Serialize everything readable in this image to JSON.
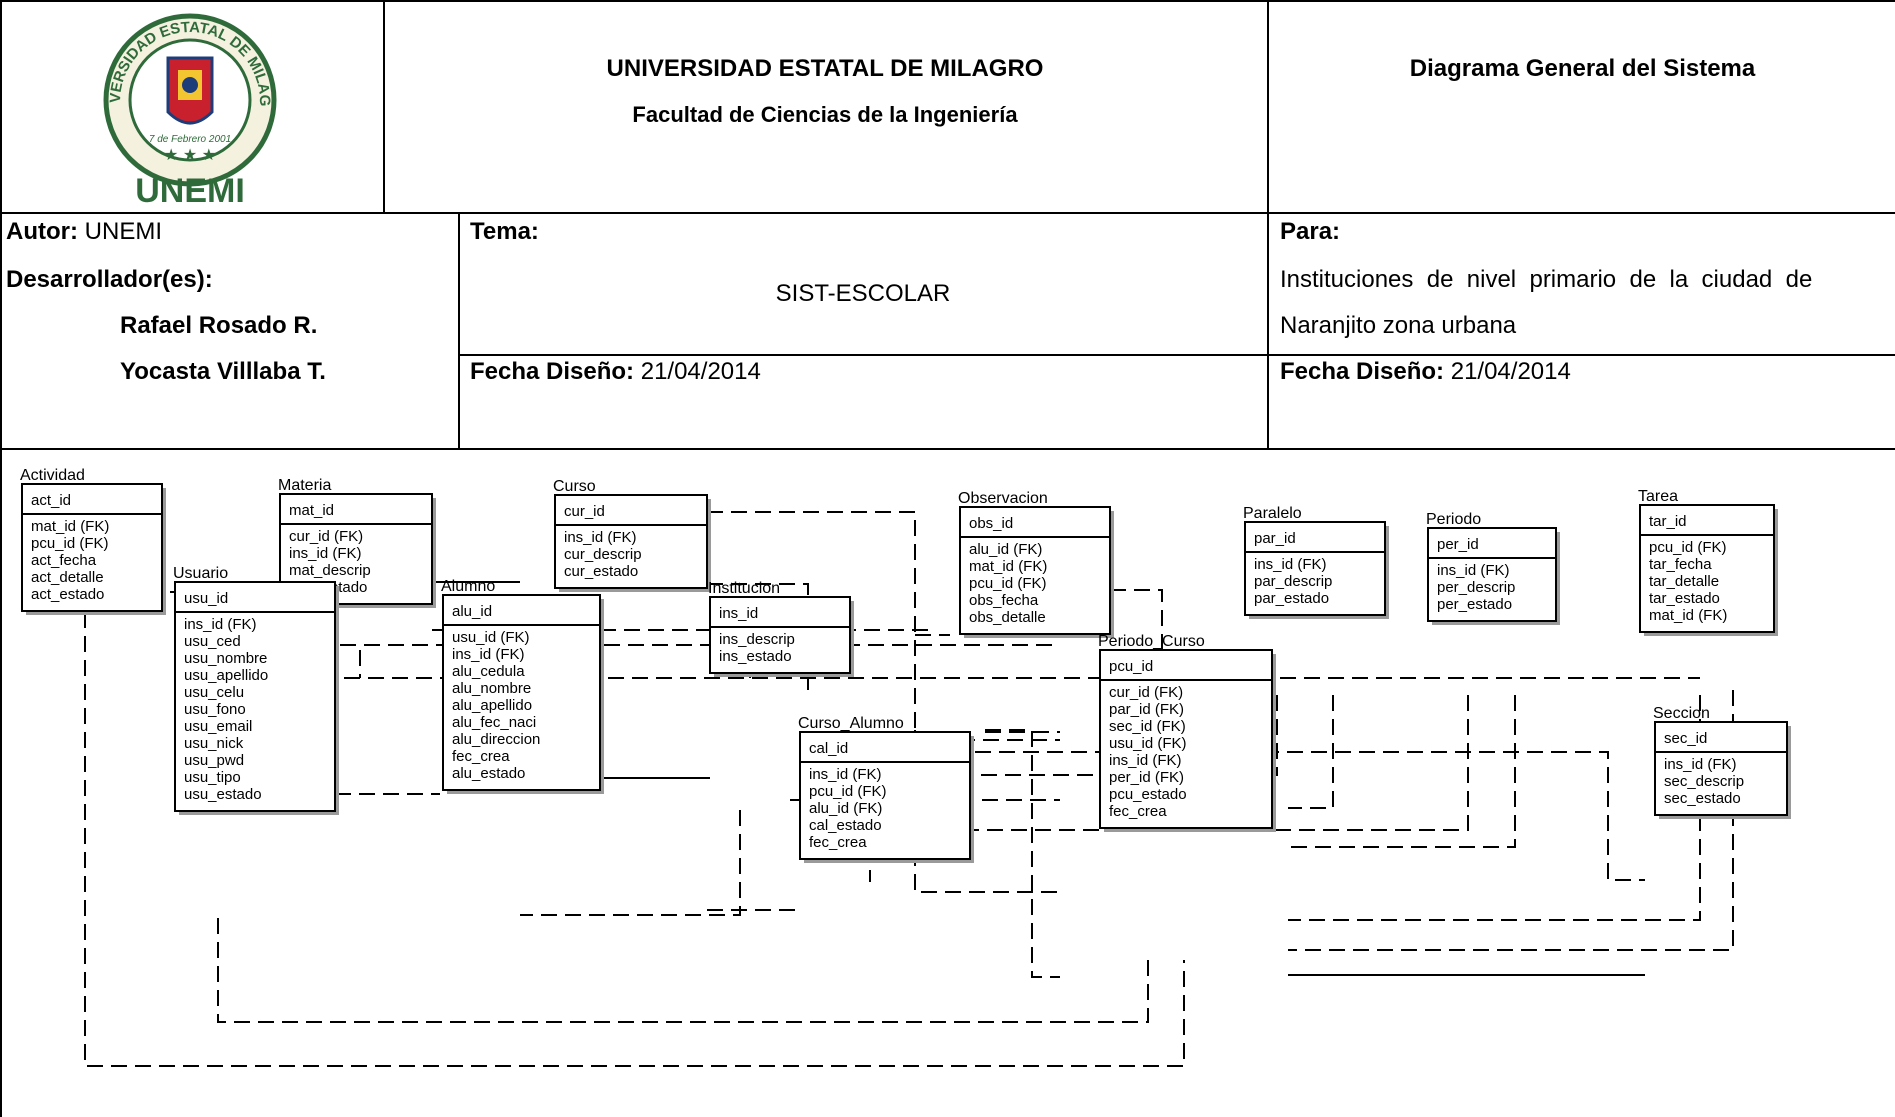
{
  "header": {
    "logo": {
      "ring_text_top": "UNIVERSIDAD ESTATAL DE MILAGRO",
      "date_text": "7 de Febrero 2001",
      "acronym": "UNEMI"
    },
    "university": "UNIVERSIDAD ESTATAL DE MILAGRO",
    "faculty": "Facultad de Ciencias de la Ingeniería",
    "doc_title": "Diagrama General del Sistema"
  },
  "info": {
    "autor_label": "Autor:",
    "autor_value": "UNEMI",
    "dev_label": "Desarrollador(es):",
    "dev1": "Rafael Rosado R.",
    "dev2": "Yocasta Villlaba T.",
    "tema_label": "Tema:",
    "tema_value": "SIST-ESCOLAR",
    "fecha_label": "Fecha Diseño:",
    "fecha_value": "21/04/2014",
    "para_label": "Para:",
    "para_line1": "Instituciones  de  nivel  primario  de  la  ciudad  de",
    "para_line2": "Naranjito zona urbana",
    "fecha2_label": "Fecha Diseño:",
    "fecha2_value": "21/04/2014"
  },
  "colors": {
    "line": "#000000",
    "background": "#ffffff"
  },
  "entities": {
    "actividad": {
      "name": "Actividad",
      "pk": "act_id",
      "attrs": [
        "mat_id (FK)",
        "pcu_id (FK)",
        "act_fecha",
        "act_detalle",
        "act_estado"
      ]
    },
    "materia": {
      "name": "Materia",
      "pk": "mat_id",
      "attrs": [
        "cur_id (FK)",
        "ins_id (FK)",
        "mat_descrip",
        "mat_estado"
      ]
    },
    "curso": {
      "name": "Curso",
      "pk": "cur_id",
      "attrs": [
        "ins_id (FK)",
        "cur_descrip",
        "cur_estado"
      ]
    },
    "observacion": {
      "name": "Observacion",
      "pk": "obs_id",
      "attrs": [
        "alu_id (FK)",
        "mat_id (FK)",
        "pcu_id (FK)",
        "obs_fecha",
        "obs_detalle"
      ]
    },
    "paralelo": {
      "name": "Paralelo",
      "pk": "par_id",
      "attrs": [
        "ins_id (FK)",
        "par_descrip",
        "par_estado"
      ]
    },
    "periodo": {
      "name": "Periodo",
      "pk": "per_id",
      "attrs": [
        "ins_id (FK)",
        "per_descrip",
        "per_estado"
      ]
    },
    "tarea": {
      "name": "Tarea",
      "pk": "tar_id",
      "attrs": [
        "pcu_id (FK)",
        "tar_fecha",
        "tar_detalle",
        "tar_estado",
        "mat_id (FK)"
      ]
    },
    "usuario": {
      "name": "Usuario",
      "pk": "usu_id",
      "attrs": [
        "ins_id (FK)",
        "usu_ced",
        "usu_nombre",
        "usu_apellido",
        "usu_celu",
        "usu_fono",
        "usu_email",
        "usu_nick",
        "usu_pwd",
        "usu_tipo",
        "usu_estado"
      ]
    },
    "alumno": {
      "name": "Alumno",
      "pk": "alu_id",
      "attrs": [
        "usu_id (FK)",
        "ins_id (FK)",
        "alu_cedula",
        "alu_nombre",
        "alu_apellido",
        "alu_fec_naci",
        "alu_direccion",
        "fec_crea",
        "alu_estado"
      ]
    },
    "institucion": {
      "name": "Institucion",
      "pk": "ins_id",
      "attrs": [
        "ins_descrip",
        "ins_estado"
      ]
    },
    "curso_alumno": {
      "name": "Curso_Alumno",
      "pk": "cal_id",
      "attrs": [
        "ins_id (FK)",
        "pcu_id (FK)",
        "alu_id (FK)",
        "cal_estado",
        "fec_crea"
      ]
    },
    "periodo_curso": {
      "name": "Periodo_Curso",
      "pk": "pcu_id",
      "attrs": [
        "cur_id (FK)",
        "par_id (FK)",
        "sec_id (FK)",
        "usu_id (FK)",
        "ins_id (FK)",
        "per_id (FK)",
        "pcu_estado",
        "fec_crea"
      ]
    },
    "seccion": {
      "name": "Seccion",
      "pk": "sec_id",
      "attrs": [
        "ins_id (FK)",
        "sec_descrip",
        "sec_estado"
      ]
    }
  }
}
